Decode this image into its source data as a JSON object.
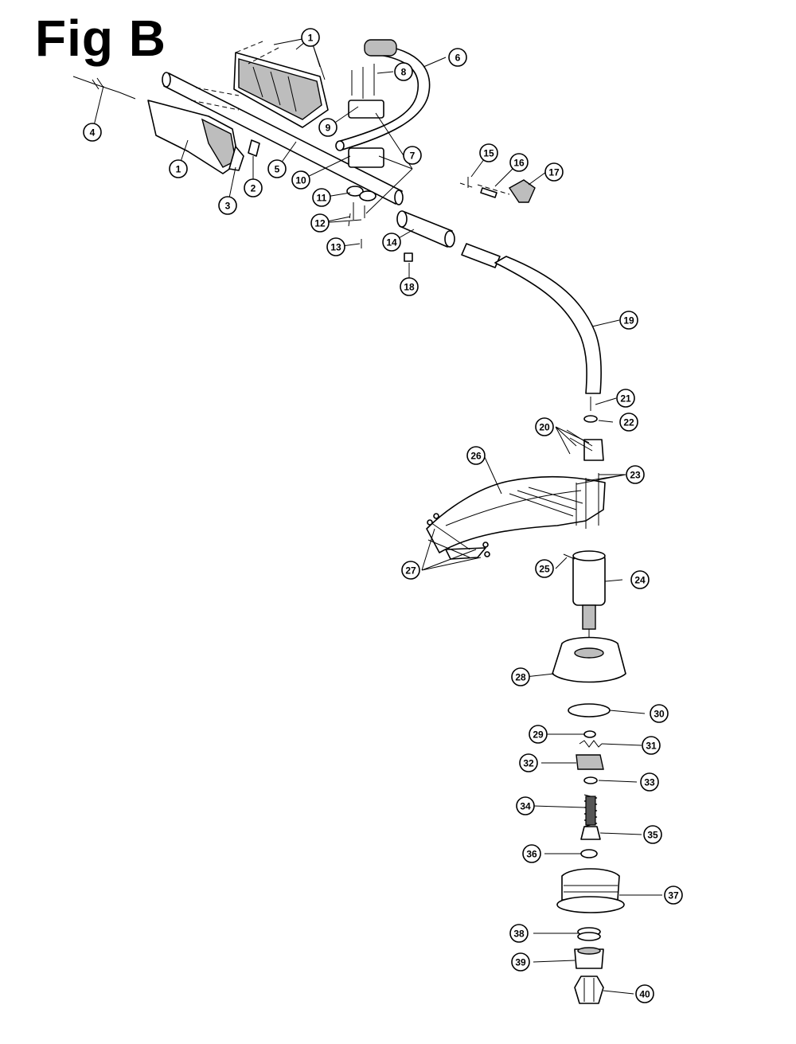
{
  "figure": {
    "title": "Fig B"
  },
  "callouts": [
    {
      "id": "1"
    },
    {
      "id": "2"
    },
    {
      "id": "3"
    },
    {
      "id": "4"
    },
    {
      "id": "5"
    },
    {
      "id": "6"
    },
    {
      "id": "7"
    },
    {
      "id": "8"
    },
    {
      "id": "9"
    },
    {
      "id": "10"
    },
    {
      "id": "11"
    },
    {
      "id": "12"
    },
    {
      "id": "13"
    },
    {
      "id": "14"
    },
    {
      "id": "15"
    },
    {
      "id": "16"
    },
    {
      "id": "17"
    },
    {
      "id": "18"
    },
    {
      "id": "19"
    },
    {
      "id": "20"
    },
    {
      "id": "21"
    },
    {
      "id": "22"
    },
    {
      "id": "23"
    },
    {
      "id": "24"
    },
    {
      "id": "25"
    },
    {
      "id": "26"
    },
    {
      "id": "27"
    },
    {
      "id": "28"
    },
    {
      "id": "29"
    },
    {
      "id": "30"
    },
    {
      "id": "31"
    },
    {
      "id": "32"
    },
    {
      "id": "33"
    },
    {
      "id": "34"
    },
    {
      "id": "35"
    },
    {
      "id": "36"
    },
    {
      "id": "37"
    },
    {
      "id": "38"
    },
    {
      "id": "39"
    },
    {
      "id": "40"
    }
  ],
  "colors": {
    "ink": "#000000",
    "paper": "#ffffff",
    "shade": "#bdbdbd"
  }
}
